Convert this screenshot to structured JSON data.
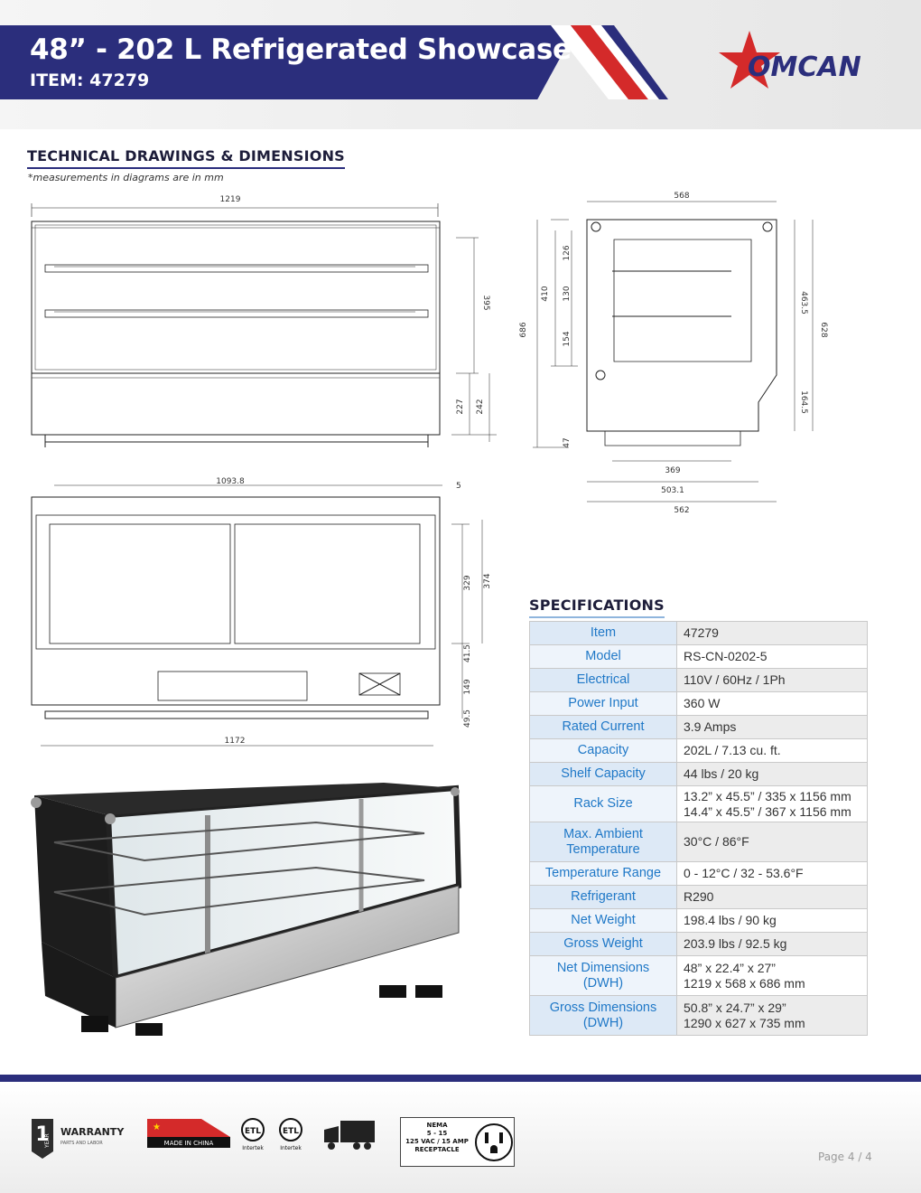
{
  "header": {
    "title": "48” - 202 L Refrigerated Showcase",
    "item": "ITEM: 47279",
    "brand": "OMCAN"
  },
  "colors": {
    "navy": "#2b2e7c",
    "red": "#d42a2a",
    "label_blue": "#1f78c7"
  },
  "drawings": {
    "heading": "TECHNICAL DRAWINGS & DIMENSIONS",
    "note": "*measurements in diagrams are in mm",
    "front_top": {
      "width": "1219",
      "upper_height": "395",
      "base_a": "227",
      "base_b": "242"
    },
    "side": {
      "top_width": "568",
      "overall": "686",
      "glass": "410",
      "s1": "126",
      "s2": "130",
      "s3": "154",
      "upper": "463.5",
      "total": "628",
      "lower": "164.5",
      "feet": "47",
      "w1": "369",
      "w2": "503.1",
      "w3": "562"
    },
    "rear": {
      "inner_width": "1093.8",
      "offset": "5",
      "door": "329",
      "door_total": "374",
      "gap": "41.5",
      "panel": "149",
      "foot": "49.5",
      "width": "1172"
    }
  },
  "specifications": {
    "heading": "SPECIFICATIONS",
    "rows": [
      {
        "label": "Item",
        "value": "47279"
      },
      {
        "label": "Model",
        "value": "RS-CN-0202-5"
      },
      {
        "label": "Electrical",
        "value": "110V / 60Hz / 1Ph"
      },
      {
        "label": "Power Input",
        "value": "360 W"
      },
      {
        "label": "Rated Current",
        "value": "3.9 Amps"
      },
      {
        "label": "Capacity",
        "value": "202L / 7.13 cu. ft."
      },
      {
        "label": "Shelf Capacity",
        "value": "44 lbs / 20 kg"
      },
      {
        "label": "Rack Size",
        "value": "13.2” x 45.5” / 335 x 1156 mm",
        "value2": "14.4” x 45.5” / 367 x 1156 mm"
      },
      {
        "label": "Max. Ambient",
        "label2": "Temperature",
        "value": "30°C / 86°F"
      },
      {
        "label": "Temperature Range",
        "value": "0 - 12°C / 32 - 53.6°F"
      },
      {
        "label": "Refrigerant",
        "value": "R290"
      },
      {
        "label": "Net Weight",
        "value": "198.4 lbs / 90 kg"
      },
      {
        "label": "Gross Weight",
        "value": "203.9 lbs / 92.5 kg"
      },
      {
        "label": "Net Dimensions",
        "label2": "(DWH)",
        "value": "48” x 22.4” x 27”",
        "value2": "1219 x 568 x 686 mm"
      },
      {
        "label": "Gross Dimensions",
        "label2": "(DWH)",
        "value": "50.8” x 24.7” x 29”",
        "value2": "1290 x 627 x 735 mm"
      }
    ]
  },
  "footer": {
    "warranty_title": "WARRANTY",
    "warranty_sub": "PARTS AND LABOR",
    "warranty_years": "1",
    "warranty_year_word": "YEAR",
    "made_in": "MADE IN CHINA",
    "cert1": "Intertek",
    "cert2": "Intertek",
    "nema_lines": [
      "NEMA",
      "5 - 15",
      "125 VAC / 15 AMP",
      "RECEPTACLE"
    ],
    "page": "Page 4 / 4"
  }
}
